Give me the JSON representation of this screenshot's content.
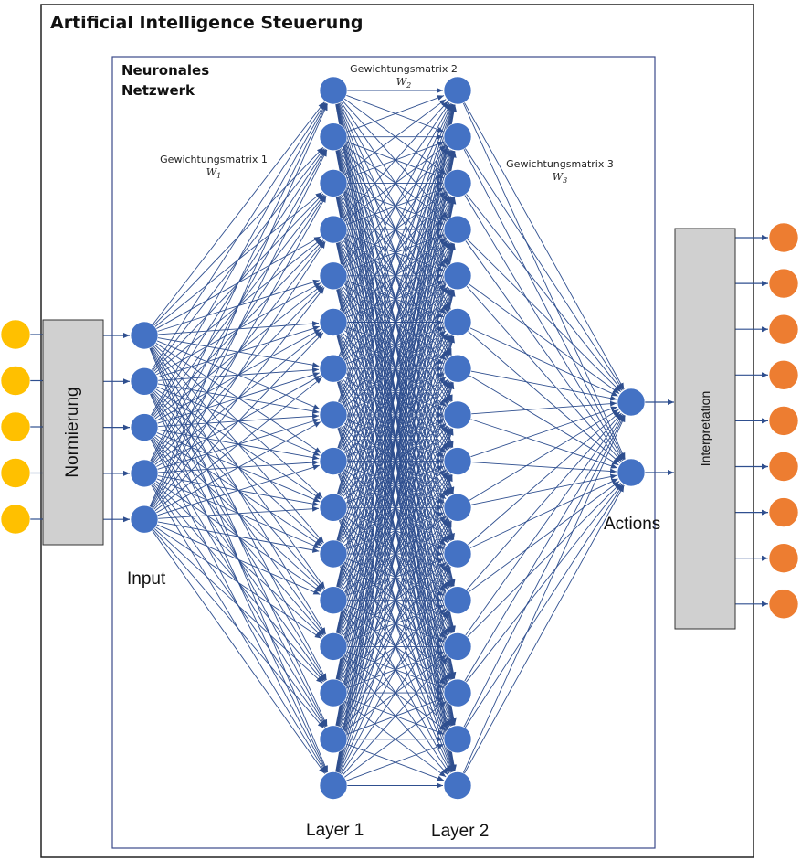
{
  "title": "Artificial Intelligence Steuerung",
  "network": {
    "title_line1": "Neuronales",
    "title_line2": "Netzwerk"
  },
  "weights": [
    {
      "label": "Gewichtungsmatrix 1",
      "symbol": "W",
      "index": "1"
    },
    {
      "label": "Gewichtungsmatrix 2",
      "symbol": "W",
      "index": "2"
    },
    {
      "label": "Gewichtungsmatrix 3",
      "symbol": "W",
      "index": "3"
    }
  ],
  "boxes": {
    "normalization": "Normierung",
    "interpretation": "Interpretation"
  },
  "layers": {
    "input": "Input",
    "layer1": "Layer 1",
    "layer2": "Layer 2",
    "actions": "Actions"
  },
  "node_counts": {
    "raw_inputs": 5,
    "input": 5,
    "layer1": 16,
    "layer2": 16,
    "actions": 2,
    "outputs": 9
  },
  "colors": {
    "input_nodes": "#FFC000",
    "neuron_nodes": "#4472C4",
    "output_nodes": "#ED7D31",
    "connections": "#2F4F8F",
    "box_fill": "#D0D0D0"
  }
}
